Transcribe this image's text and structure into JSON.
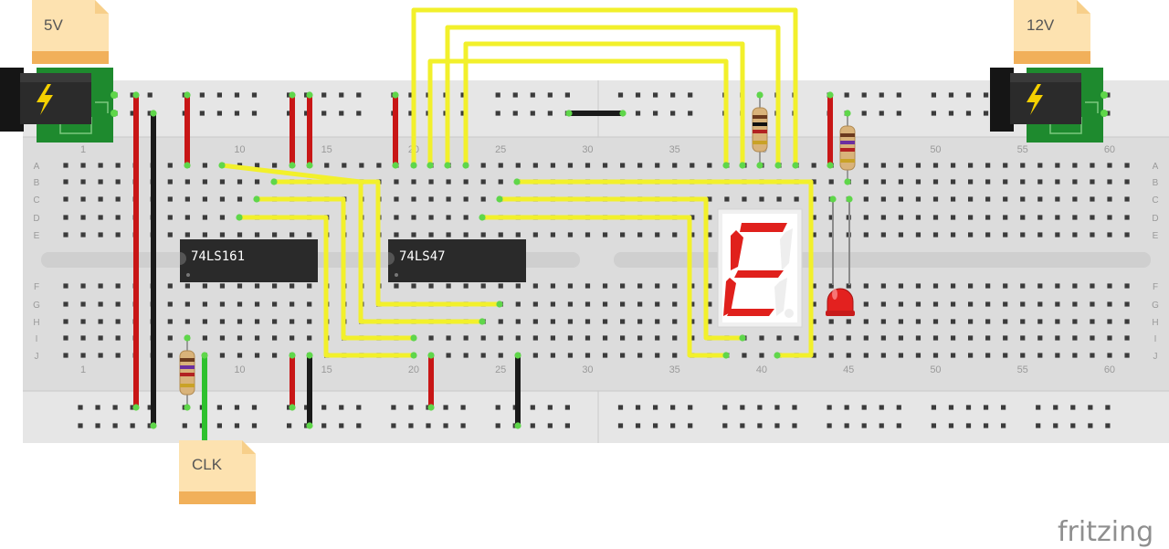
{
  "power_labels": {
    "left": "5V",
    "right": "12V",
    "clock": "CLK"
  },
  "chips": {
    "counter": "74LS161",
    "decoder": "74LS47"
  },
  "row_letters": [
    "A",
    "B",
    "C",
    "D",
    "E",
    "F",
    "G",
    "H",
    "I",
    "J"
  ],
  "column_numbers": [
    "1",
    "10",
    "15",
    "20",
    "25",
    "30",
    "35",
    "40",
    "45",
    "50",
    "55",
    "60"
  ],
  "watermark": "fritzing",
  "colors": {
    "breadboard": "#dedede",
    "breadboard_rail": "#e7e7e7",
    "wire_power": "#c81616",
    "wire_ground": "#1a1a1a",
    "wire_signal": "#f2f02b",
    "wire_clock": "#2ec12e",
    "connected_hole": "#5fd64a",
    "segment_on": "#e0201c",
    "note": "#fde2b0",
    "note_stripe": "#f1b05a",
    "jack_board": "#1e8a2e"
  },
  "icons": {
    "power_jack": "lightning-bolt-icon"
  }
}
